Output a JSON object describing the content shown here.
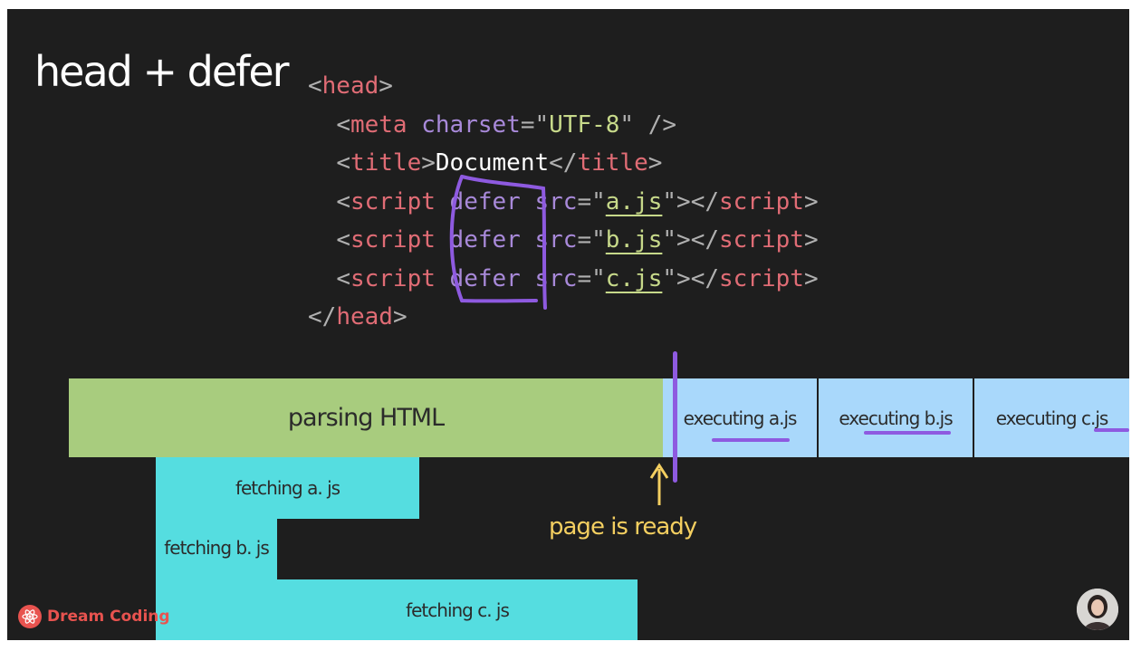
{
  "slide": {
    "title": "head + defer",
    "code": {
      "lines": [
        {
          "tokens": [
            "<",
            "head",
            ">"
          ]
        },
        {
          "tokens": [
            "<",
            "meta",
            "charset",
            "=\"",
            "UTF-8",
            "\" />"
          ]
        },
        {
          "tokens": [
            "<",
            "title",
            ">",
            "Document",
            "</",
            "title",
            ">"
          ]
        },
        {
          "tokens": [
            "<",
            "script",
            "defer",
            "src",
            "=\"",
            "a.js",
            "\"></",
            "script",
            ">"
          ]
        },
        {
          "tokens": [
            "<",
            "script",
            "defer",
            "src",
            "=\"",
            "b.js",
            "\"></",
            "script",
            ">"
          ]
        },
        {
          "tokens": [
            "<",
            "script",
            "defer",
            "src",
            "=\"",
            "c.js",
            "\"></",
            "script",
            ">"
          ]
        },
        {
          "tokens": [
            "</",
            "head",
            ">"
          ]
        }
      ]
    },
    "timeline": {
      "parsing": "parsing HTML",
      "executing": [
        "executing a.js",
        "executing b.js",
        "executing c.js"
      ],
      "fetching": [
        "fetching a. js",
        "fetching b. js",
        "fetching c. js"
      ],
      "ready_label": "page is ready"
    },
    "logo_text": "Dream Coding",
    "colors": {
      "background": "#1e1e1e",
      "parsing": "#a8cc7e",
      "executing": "#a9d8fb",
      "fetching": "#55dde0",
      "highlight": "#8e5ae0",
      "ready": "#f4cf60",
      "logo": "#e8534f"
    }
  }
}
